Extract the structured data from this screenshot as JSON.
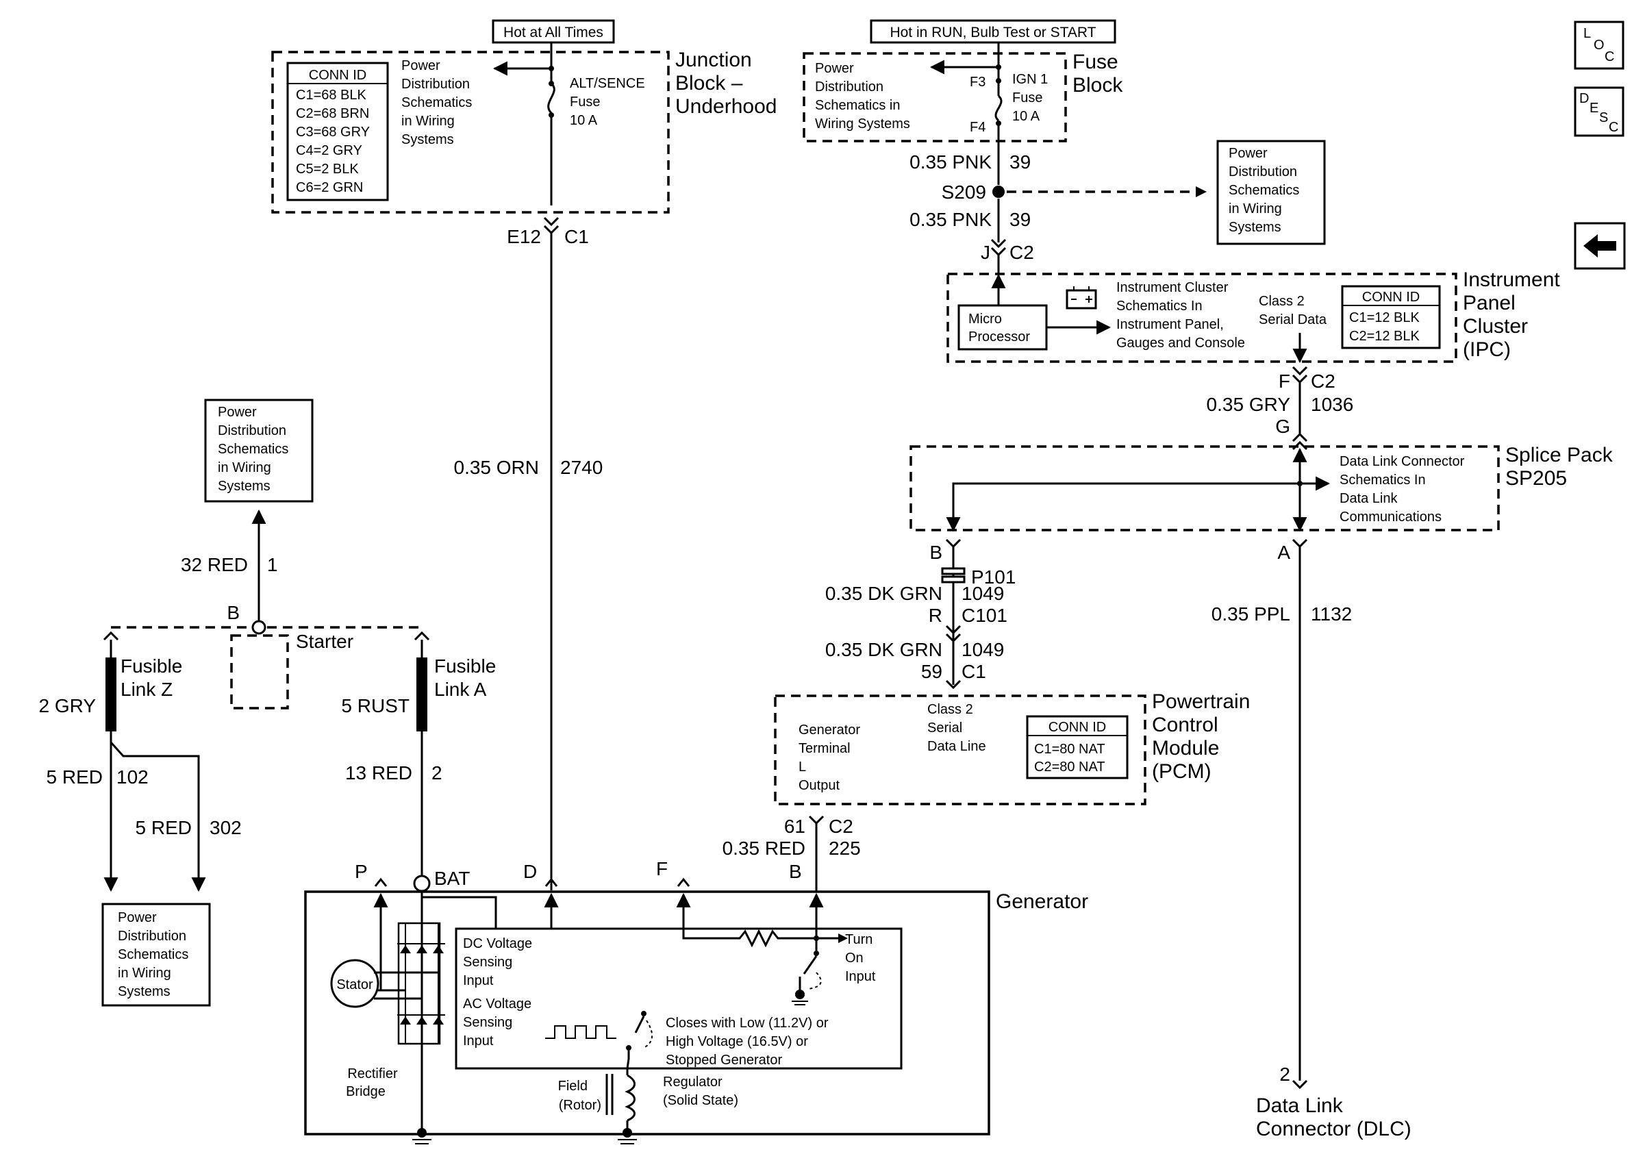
{
  "hot_labels": {
    "left": "Hot at All Times",
    "right": "Hot in RUN, Bulb Test or START"
  },
  "junction_block": {
    "title_lines": [
      "Junction",
      "Block –",
      "Underhood"
    ],
    "conn_header": "CONN ID",
    "conn_rows": [
      "C1=68 BLK",
      "C2=68 BRN",
      "C3=68 GRY",
      "C4=2 GRY",
      "C5=2 BLK",
      "C6=2 GRN"
    ],
    "pds_lines": [
      "Power",
      "Distribution",
      "Schematics",
      "in Wiring",
      "Systems"
    ],
    "fuse_lines": [
      "ALT/SENCE",
      "Fuse",
      "10 A"
    ]
  },
  "fuse_block": {
    "title_lines": [
      "Fuse",
      "Block"
    ],
    "pds_lines": [
      "Power",
      "Distribution",
      "Schematics in",
      "Wiring Systems"
    ],
    "pin_top": "F3",
    "pin_bottom": "F4",
    "fuse_lines": [
      "IGN 1",
      "Fuse",
      "10 A"
    ]
  },
  "nav": {
    "loc": [
      "L",
      "O",
      "C"
    ],
    "desc": [
      "D",
      "E",
      "S",
      "C"
    ],
    "back_arrow": "left-arrow-icon"
  },
  "wires": {
    "w39_top": [
      "0.35 PNK",
      "39"
    ],
    "s209": "S209",
    "w39_bottom": [
      "0.35 PNK",
      "39"
    ],
    "jc2": [
      "J",
      "C2"
    ],
    "e12c1": [
      "E12",
      "C1"
    ],
    "w2740": [
      "0.35 ORN",
      "2740"
    ],
    "fc2": [
      "F",
      "C2"
    ],
    "w1036": [
      "0.35 GRY",
      "1036"
    ],
    "g": "G",
    "b_sp": "B",
    "a_sp": "A",
    "p101": "P101",
    "w1049a": [
      "0.35 DK GRN",
      "1049"
    ],
    "rc101": [
      "R",
      "C101"
    ],
    "w1049b": [
      "0.35 DK GRN",
      "1049"
    ],
    "c1_59": [
      "59",
      "C1"
    ],
    "w1132": [
      "0.35 PPL",
      "1132"
    ],
    "w225_conn": [
      "61",
      "C2"
    ],
    "w225": [
      "0.35 RED",
      "225"
    ],
    "w32": [
      "32 RED",
      "1"
    ],
    "w2gry": "2 GRY",
    "w5rust": "5 RUST",
    "w102": [
      "5 RED",
      "102"
    ],
    "w302": [
      "5 RED",
      "302"
    ],
    "w13": [
      "13 RED",
      "2"
    ],
    "dlc_pin": "2"
  },
  "pds_right": [
    "Power",
    "Distribution",
    "Schematics",
    "in Wiring",
    "Systems"
  ],
  "pds_starter": [
    "Power",
    "Distribution",
    "Schematics",
    "in Wiring",
    "Systems"
  ],
  "pds_bottom": [
    "Power",
    "Distribution",
    "Schematics",
    "in Wiring",
    "Systems"
  ],
  "ipc": {
    "title_lines": [
      "Instrument",
      "Panel",
      "Cluster",
      "(IPC)"
    ],
    "micro_lines": [
      "Micro",
      "Processor"
    ],
    "schem_lines": [
      "Instrument Cluster",
      "Schematics In",
      "Instrument Panel,",
      "Gauges and Console"
    ],
    "class2_lines": [
      "Class 2",
      "Serial Data"
    ],
    "conn_header": "CONN ID",
    "conn_rows": [
      "C1=12 BLK",
      "C2=12 BLK"
    ],
    "battery_symbol": "battery-icon"
  },
  "splice_pack": {
    "title_lines": [
      "Splice Pack",
      "SP205"
    ],
    "dlc_lines": [
      "Data Link Connector",
      "Schematics In",
      "Data Link",
      "Communications"
    ]
  },
  "pcm": {
    "title_lines": [
      "Powertrain",
      "Control",
      "Module",
      "(PCM)"
    ],
    "gen_lines": [
      "Generator",
      "Terminal",
      "L",
      "Output"
    ],
    "class2_lines": [
      "Class 2",
      "Serial",
      "Data Line"
    ],
    "conn_header": "CONN ID",
    "conn_rows": [
      "C1=80 NAT",
      "C2=80 NAT"
    ]
  },
  "starter": {
    "pin": "B",
    "label": "Starter"
  },
  "fusible_z": [
    "Fusible",
    "Link Z"
  ],
  "fusible_a": [
    "Fusible",
    "Link A"
  ],
  "generator": {
    "title": "Generator",
    "pins": {
      "p": "P",
      "bat": "BAT",
      "d": "D",
      "f": "F",
      "b": "B"
    },
    "stator": "Stator",
    "rectifier_lines": [
      "Rectifier",
      "Bridge"
    ],
    "dc_lines": [
      "DC Voltage",
      "Sensing",
      "Input"
    ],
    "ac_lines": [
      "AC Voltage",
      "Sensing",
      "Input"
    ],
    "turn_on_lines": [
      "Turn",
      "On",
      "Input"
    ],
    "closes_lines": [
      "Closes with Low (11.2V) or",
      "High Voltage (16.5V) or",
      "Stopped Generator"
    ],
    "field_lines": [
      "Field",
      "(Rotor)"
    ],
    "regulator_lines": [
      "Regulator",
      "(Solid State)"
    ]
  },
  "dlc_lines": [
    "Data Link",
    "Connector (DLC)"
  ]
}
